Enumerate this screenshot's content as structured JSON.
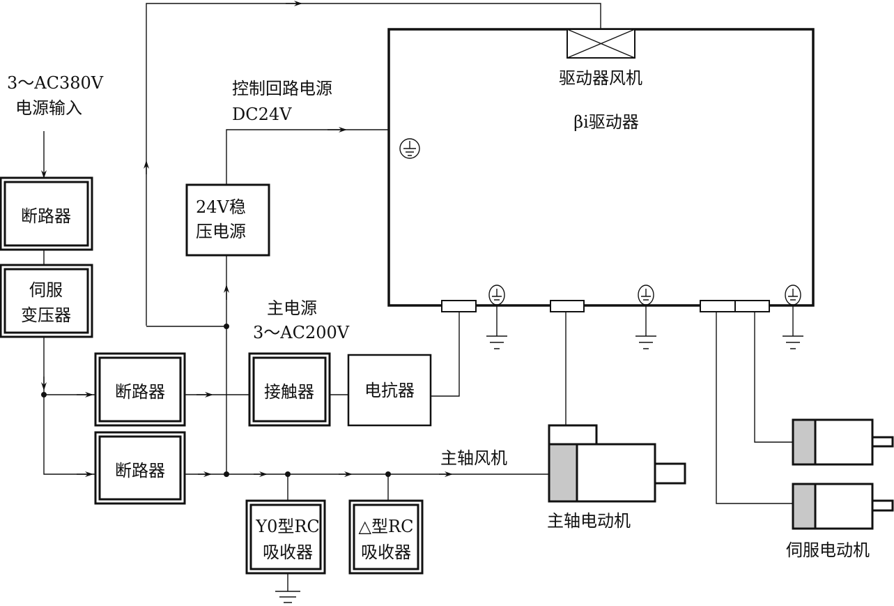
{
  "labels": {
    "input_voltage": "3～AC380V",
    "input_label": "电源输入",
    "control_power": "控制回路电源",
    "dc24v": "DC24V",
    "main_power": "主电源",
    "ac200v": "3～AC200V",
    "drive_fan": "驱动器风机",
    "drive": "βi驱动器",
    "spindle_fan": "主轴风机",
    "spindle_motor": "主轴电动机",
    "servo_motor": "伺服电动机"
  },
  "blocks": {
    "breaker_1": "断路器",
    "transformer_l1": "伺服",
    "transformer_l2": "变压器",
    "breaker_2": "断路器",
    "breaker_3": "断路器",
    "psu_l1": "24V稳",
    "psu_l2": "压电源",
    "contactor": "接触器",
    "reactor": "电抗器",
    "rc_y_l1": "Y0型RC",
    "rc_y_l2": "吸收器",
    "rc_d_l1": "△型RC",
    "rc_d_l2": "吸收器"
  },
  "colors": {
    "line": "#111111",
    "motor_fill": "#c8c8c8"
  }
}
